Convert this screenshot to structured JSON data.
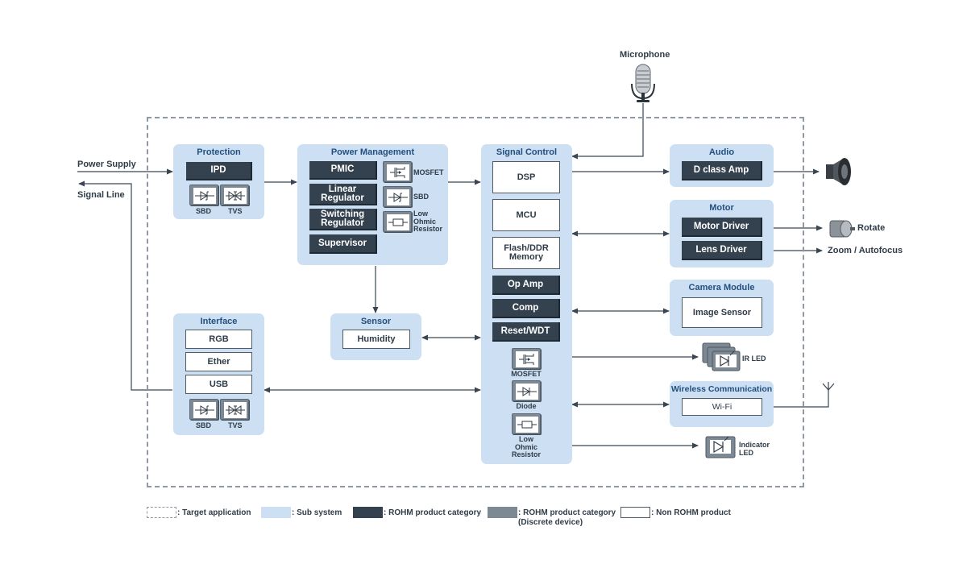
{
  "external": {
    "power_supply": "Power Supply",
    "signal_line": "Signal  Line",
    "microphone": "Microphone",
    "rotate": "Rotate",
    "zoom_autofocus": "Zoom / Autofocus",
    "ir_led": "IR LED",
    "indicator_led": "Indicator\nLED"
  },
  "protection": {
    "title": "Protection",
    "ipd": "IPD",
    "sbd": "SBD",
    "tvs": "TVS"
  },
  "power_management": {
    "title": "Power Management",
    "pmic": "PMIC",
    "linear_regulator": "Linear\nRegulator",
    "switching_regulator": "Switching\nRegulator",
    "supervisor": "Supervisor",
    "mosfet": "MOSFET",
    "sbd": "SBD",
    "low_ohmic_resistor": "Low\nOhmic\nResistor"
  },
  "signal_control": {
    "title": "Signal Control",
    "dsp": "DSP",
    "mcu": "MCU",
    "flash_ddr": "Flash/DDR\nMemory",
    "op_amp": "Op Amp",
    "comp": "Comp",
    "reset_wdt": "Reset/WDT",
    "mosfet": "MOSFET",
    "diode": "Diode",
    "low_ohmic_resistor": "Low\nOhmic\nResistor"
  },
  "sensor": {
    "title": "Sensor",
    "humidity": "Humidity"
  },
  "interface": {
    "title": "Interface",
    "rgb": "RGB",
    "ether": "Ether",
    "usb": "USB",
    "sbd": "SBD",
    "tvs": "TVS"
  },
  "audio": {
    "title": "Audio",
    "amp": "D class Amp"
  },
  "motor": {
    "title": "Motor",
    "motor_driver": "Motor Driver",
    "lens_driver": "Lens Driver"
  },
  "camera": {
    "title": "Camera Module",
    "image_sensor": "Image Sensor"
  },
  "wireless": {
    "title": "Wireless Communication",
    "wifi": "Wi-Fi"
  },
  "legend": {
    "target": ": Target application",
    "sub": ": Sub system",
    "rohm": ": ROHM product category",
    "discrete": ": ROHM product category\n(Discrete device)",
    "non_rohm": ": Non ROHM product"
  },
  "colors": {
    "sub_system": "#cddff2",
    "rohm_product": "#34414e",
    "discrete_device": "#7c8894",
    "title_text": "#234f7e",
    "line": "#3a4652"
  },
  "icons": [
    "microphone-icon",
    "speaker-icon",
    "motor-icon",
    "antenna-icon",
    "led-icon",
    "diode-icon",
    "tvs-icon",
    "mosfet-icon",
    "resistor-icon"
  ]
}
